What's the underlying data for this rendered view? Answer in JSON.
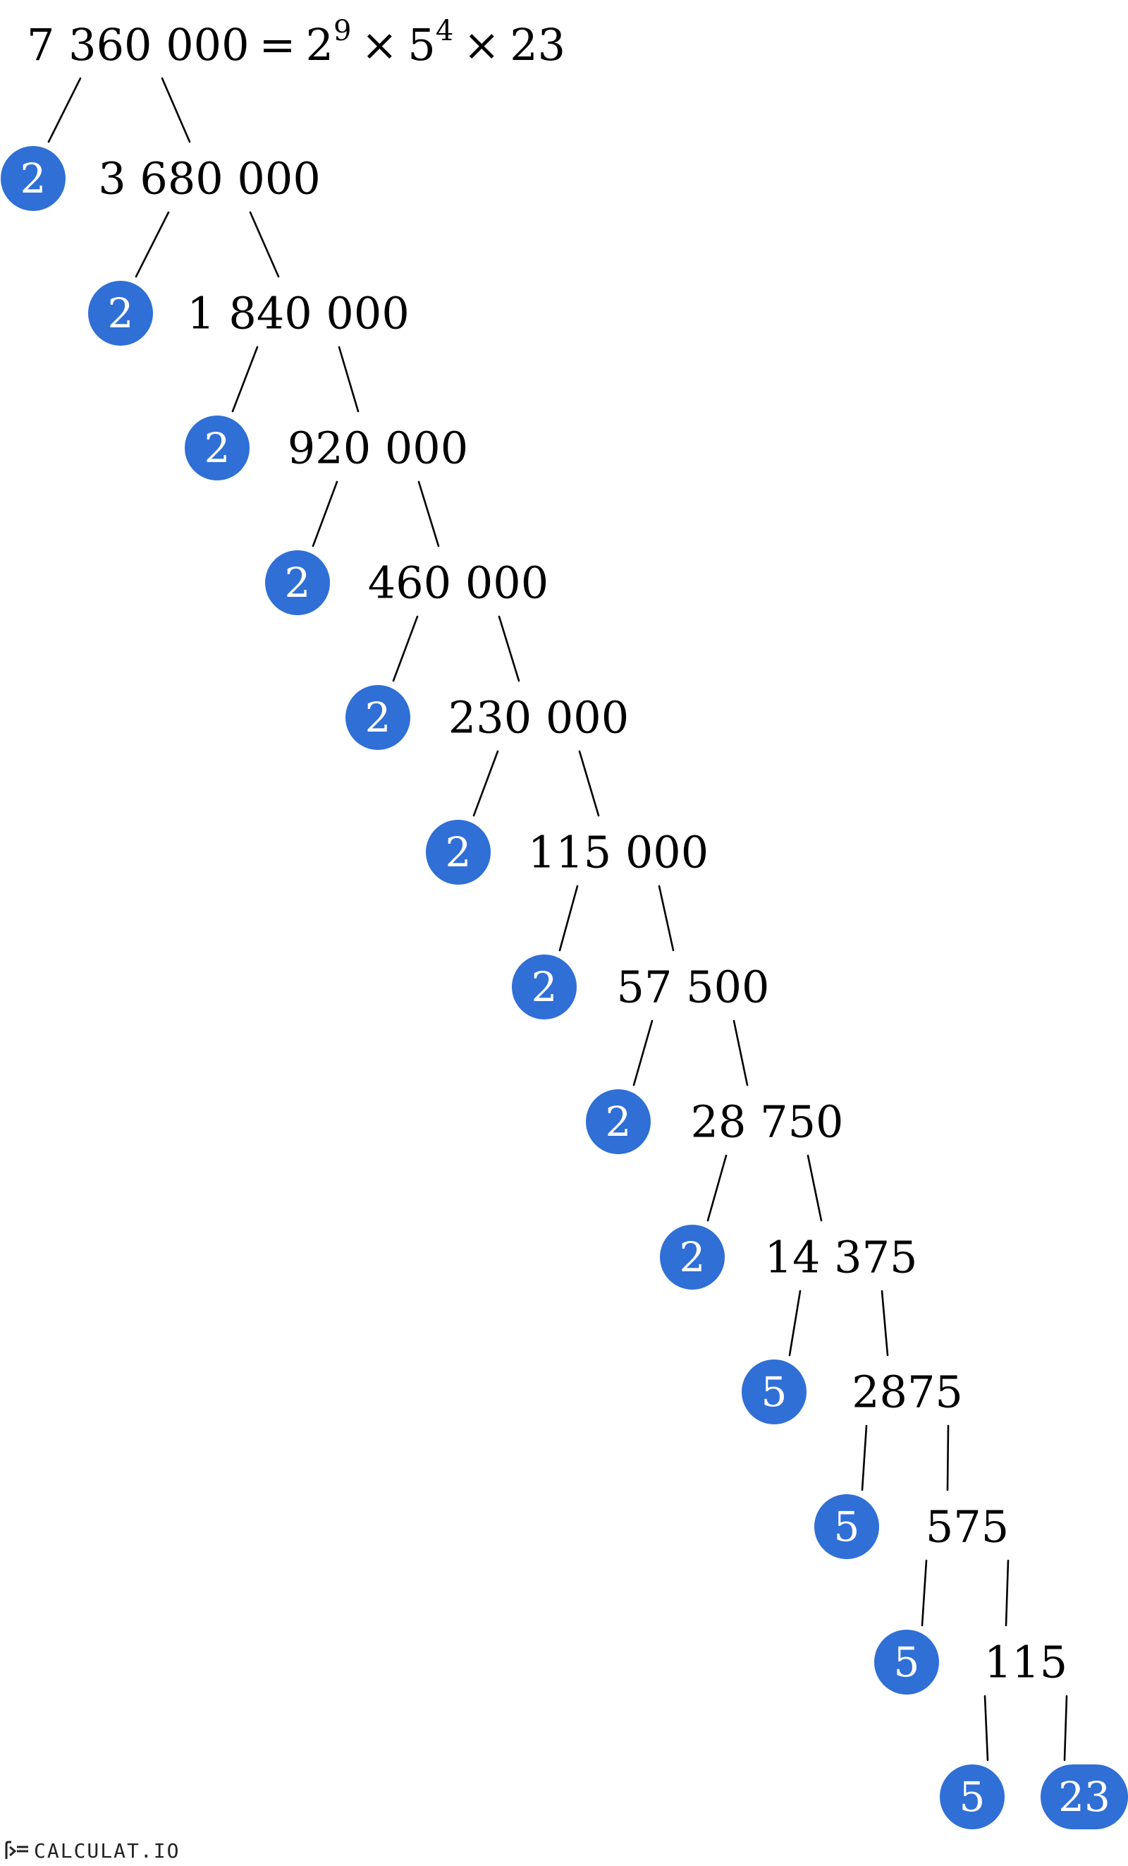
{
  "equation": {
    "number": "7 360 000",
    "equals": "=",
    "times": "×",
    "terms": [
      {
        "base": "2",
        "exp": "9"
      },
      {
        "base": "5",
        "exp": "4"
      },
      {
        "base": "23",
        "exp": ""
      }
    ]
  },
  "tree": {
    "colors": {
      "prime_fill": "#2f6fd6",
      "prime_text": "#ffffff",
      "line": "#000000",
      "text": "#000000"
    },
    "steps": [
      {
        "prime": "2",
        "quotient": "3 680 000"
      },
      {
        "prime": "2",
        "quotient": "1 840 000"
      },
      {
        "prime": "2",
        "quotient": "920 000"
      },
      {
        "prime": "2",
        "quotient": "460 000"
      },
      {
        "prime": "2",
        "quotient": "230 000"
      },
      {
        "prime": "2",
        "quotient": "115 000"
      },
      {
        "prime": "2",
        "quotient": "57 500"
      },
      {
        "prime": "2",
        "quotient": "28 750"
      },
      {
        "prime": "2",
        "quotient": "14 375"
      },
      {
        "prime": "5",
        "quotient": "2875"
      },
      {
        "prime": "5",
        "quotient": "575"
      },
      {
        "prime": "5",
        "quotient": "115"
      },
      {
        "prime": "5",
        "quotient": "23"
      }
    ]
  },
  "brand": {
    "name": "CALCULAT.IO",
    "icon": "calculator-logo-icon"
  }
}
